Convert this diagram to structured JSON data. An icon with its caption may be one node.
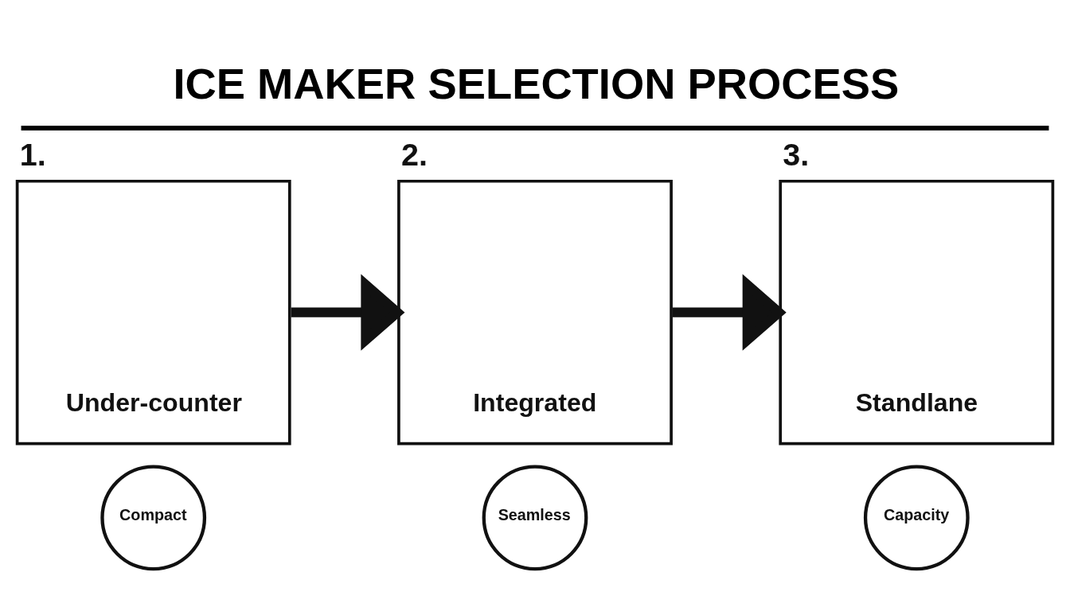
{
  "diagram": {
    "title": "ICE MAKER SELECTION PROCESS",
    "nodes": [
      {
        "text": [
          "1.",
          "Under-counter"
        ]
      },
      {
        "text": [
          "2.",
          "Integrated"
        ]
      },
      {
        "text": [
          "3.",
          "Standlane"
        ]
      },
      {
        "text": [
          "Compact"
        ]
      },
      {
        "text": [
          "Seamless"
        ]
      },
      {
        "text": [
          "Capacity"
        ]
      }
    ],
    "edges": [
      {
        "from": 0,
        "to": 1,
        "arrow": "to"
      },
      {
        "from": 1,
        "to": 2,
        "arrow": "to"
      }
    ]
  }
}
